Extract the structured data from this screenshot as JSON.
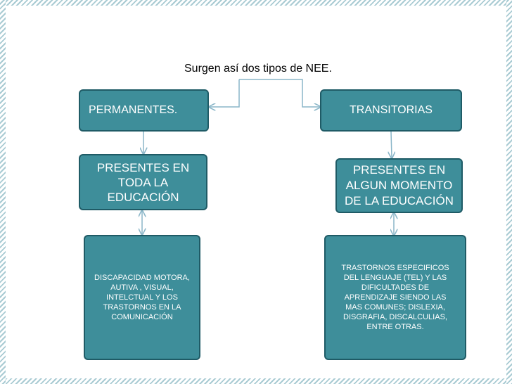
{
  "diagram": {
    "title": "Surgen así dos tipos de NEE.",
    "left": {
      "type": "PERMANENTES.",
      "scope": "PRESENTES EN TODA LA EDUCACIÓN",
      "examples": "DISCAPACIDAD MOTORA, AUTIVA , VISUAL, INTELCTUAL Y LOS TRASTORNOS EN LA COMUNICACIÓN"
    },
    "right": {
      "type": "TRANSITORIAS",
      "scope": "PRESENTES EN ALGUN MOMENTO DE LA EDUCACIÓN",
      "examples": "TRASTORNOS ESPECIFICOS DEL LENGUAJE (TEL) Y LAS DIFICULTADES DE APRENDIZAJE SIENDO LAS MAS COMUNES; DISLEXIA, DISGRAFIA, DISCALCULIAS, ENTRE OTRAS."
    }
  },
  "colors": {
    "box_fill": "#3e8e9a",
    "box_border": "#1f5b66",
    "connector": "#8ab6c8",
    "frame_stripes": "#a9cbd3"
  }
}
